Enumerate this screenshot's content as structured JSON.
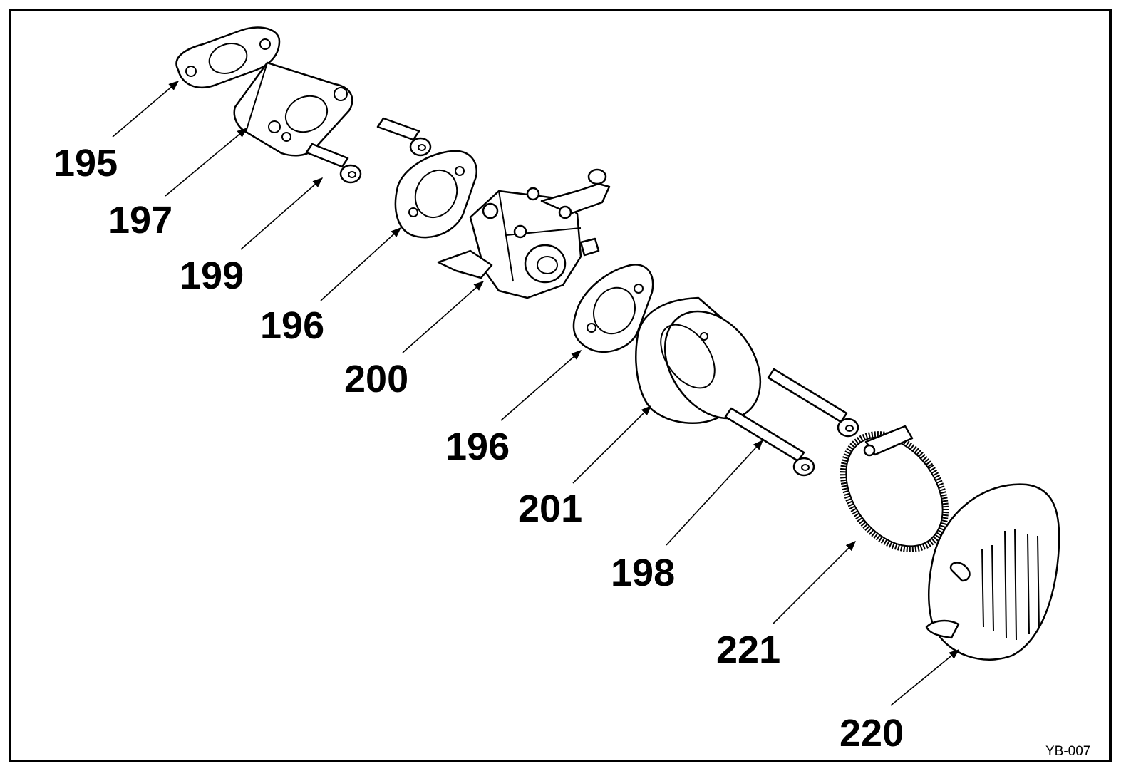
{
  "diagram": {
    "drawing_code": "YB-007",
    "labels": {
      "p195": "195",
      "p197": "197",
      "p199": "199",
      "p196a": "196",
      "p200": "200",
      "p196b": "196",
      "p201": "201",
      "p198": "198",
      "p221": "221",
      "p220": "220"
    }
  }
}
